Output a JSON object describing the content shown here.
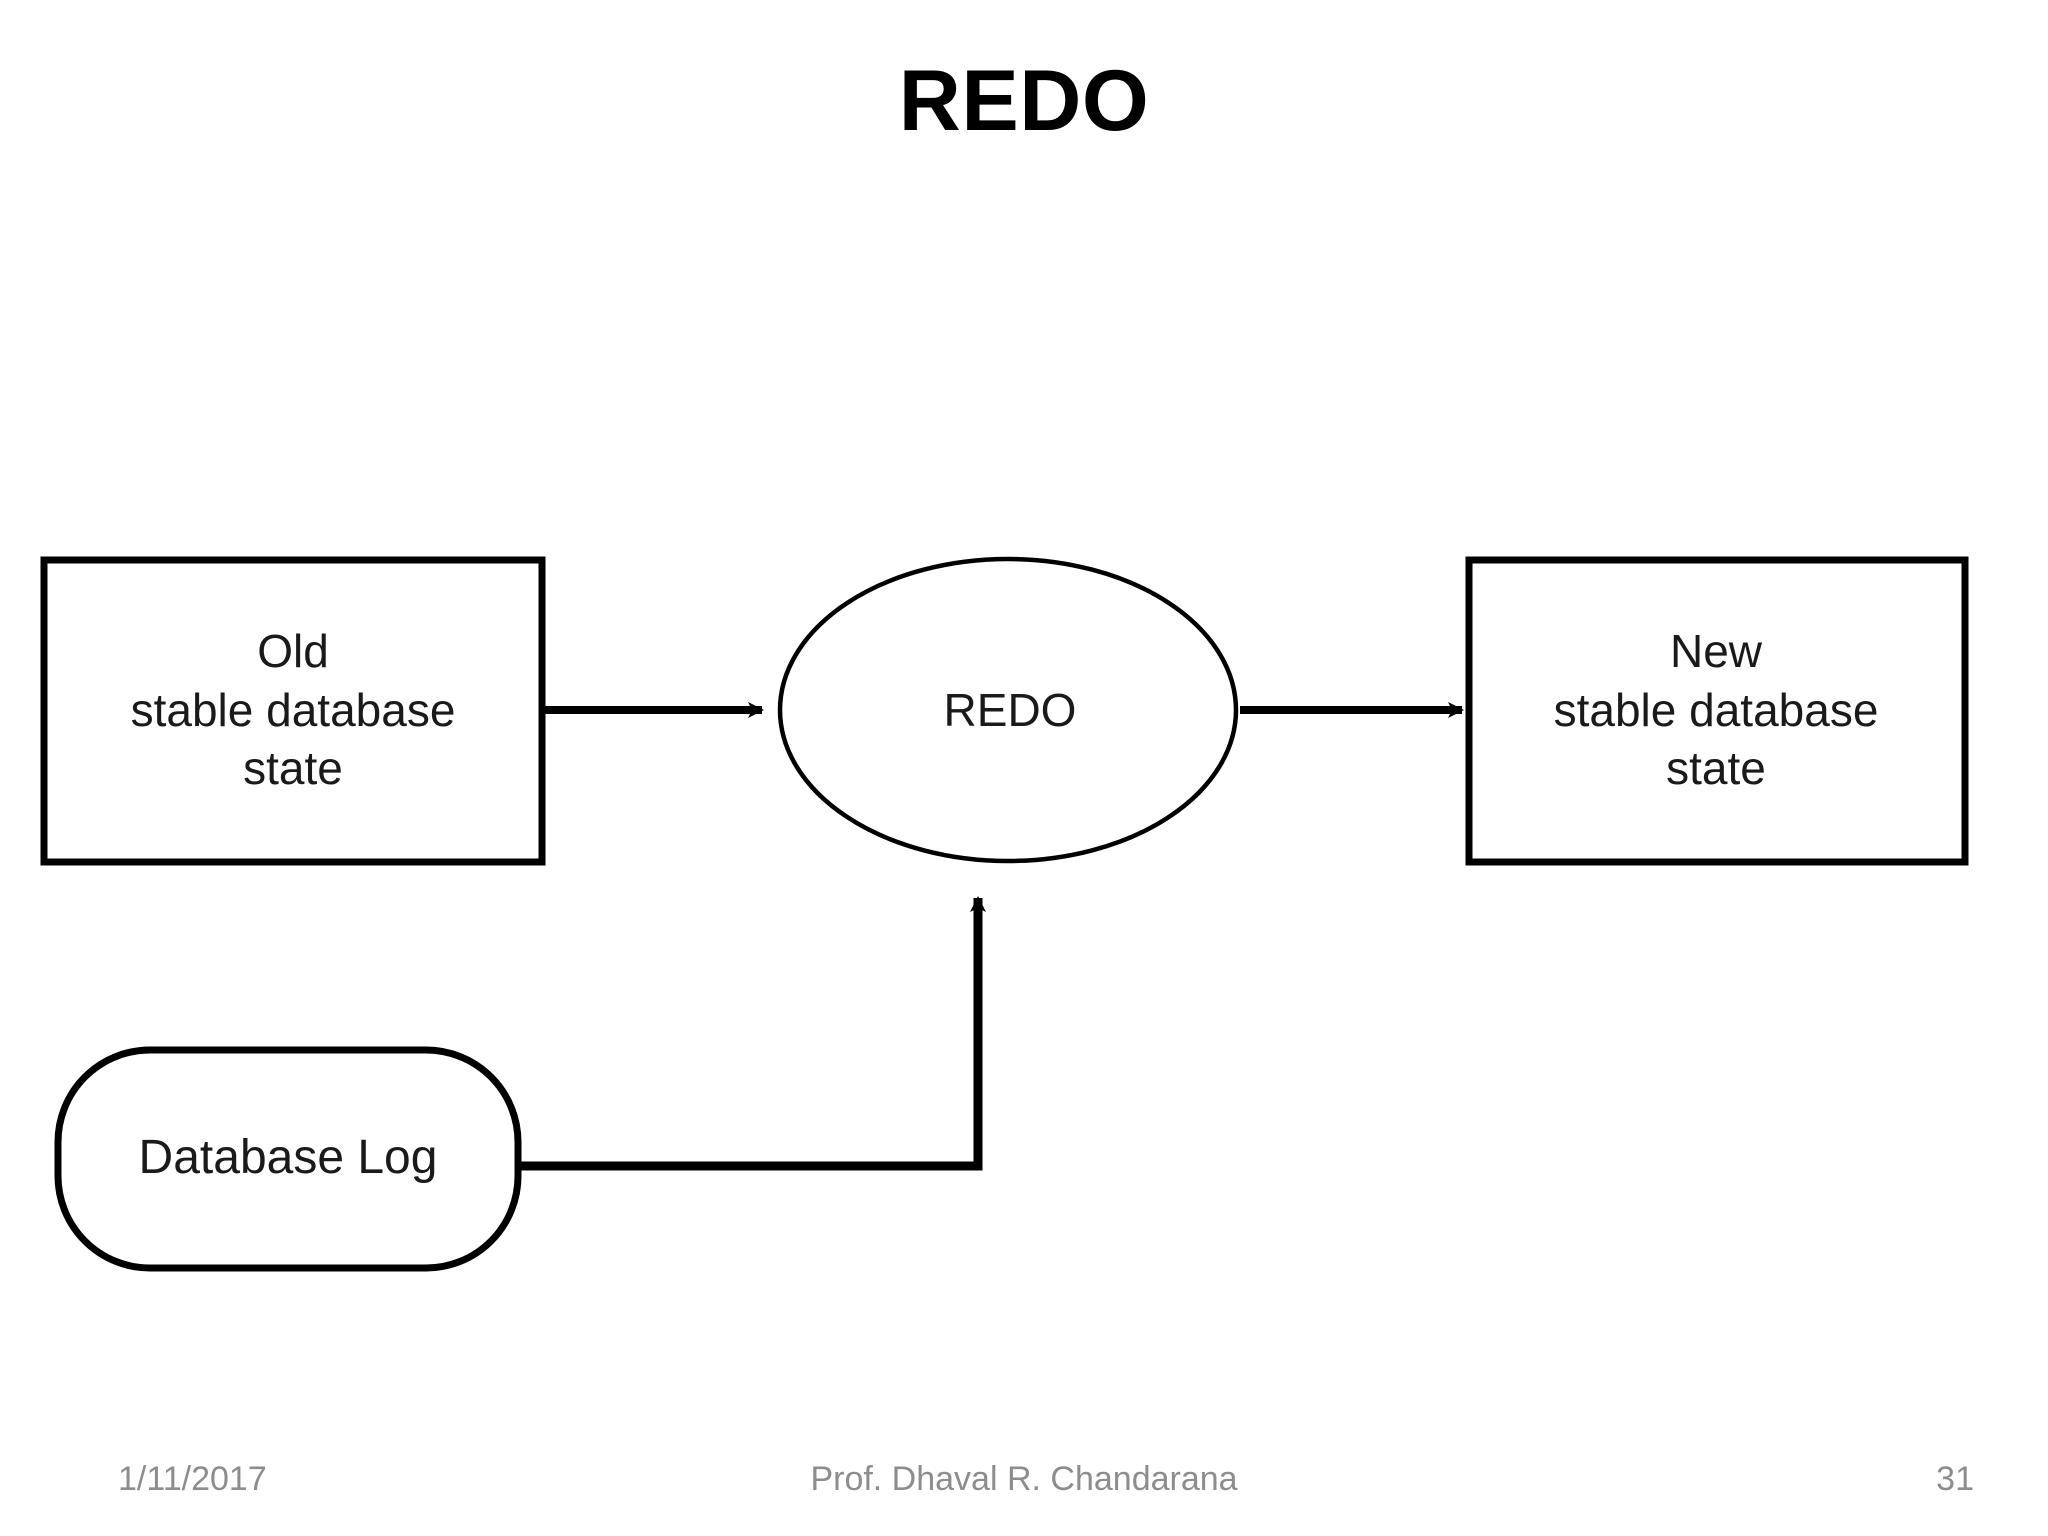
{
  "slide": {
    "title": "REDO",
    "title_color": "#000000",
    "background_color": "#ffffff"
  },
  "diagram": {
    "stroke_color": "#000000",
    "text_color": "#1a1a1a",
    "nodes": {
      "old_state": {
        "shape": "rectangle",
        "label": "Old\nstable database\nstate"
      },
      "redo_process": {
        "shape": "ellipse",
        "label": "REDO"
      },
      "new_state": {
        "shape": "rectangle",
        "label": "New\nstable database\nstate"
      },
      "database_log": {
        "shape": "rounded-rectangle",
        "label": "Database Log"
      }
    },
    "connectors": [
      {
        "from": "old_state",
        "to": "redo_process",
        "style": "arrow-right"
      },
      {
        "from": "redo_process",
        "to": "new_state",
        "style": "arrow-right"
      },
      {
        "from": "database_log",
        "to": "redo_process",
        "style": "elbow-arrow-up"
      }
    ]
  },
  "footer": {
    "date": "1/11/2017",
    "author": "Prof. Dhaval R. Chandarana",
    "page_number": "31",
    "color": "#8d8d8d"
  }
}
